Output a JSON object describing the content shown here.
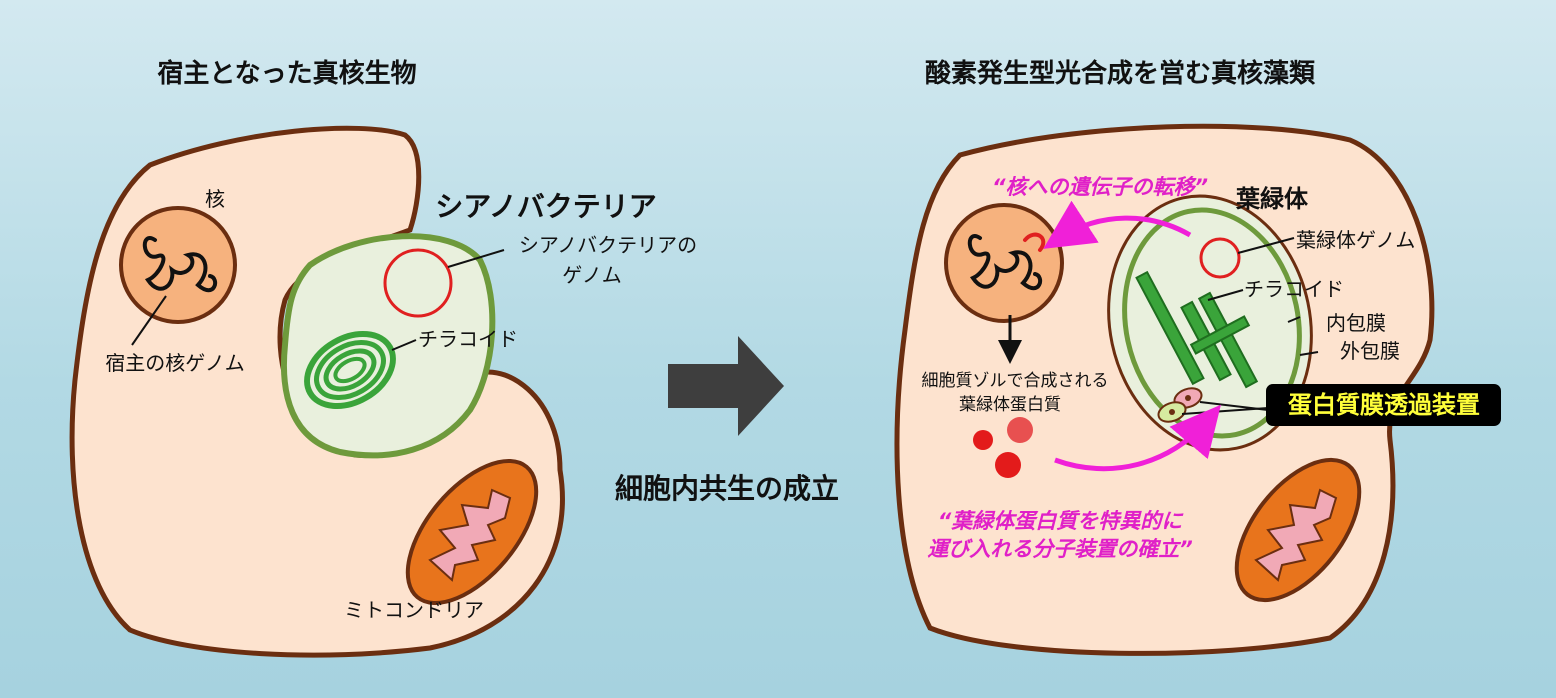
{
  "left_panel": {
    "title": "宿主となった真核生物",
    "nucleus_label": "核",
    "host_genome_label": "宿主の核ゲノム",
    "cyanobacteria_label": "シアノバクテリア",
    "cyano_genome_label_line1": "シアノバクテリアの",
    "cyano_genome_label_line2": "ゲノム",
    "thylakoid_label": "チラコイド",
    "mitochondria_label": "ミトコンドリア"
  },
  "center": {
    "arrow_icon": "right-arrow-icon",
    "caption": "細胞内共生の成立"
  },
  "right_panel": {
    "title": "酸素発生型光合成を営む真核藻類",
    "gene_transfer_label": "“核への遺伝子の転移”",
    "chloroplast_label": "葉緑体",
    "chloroplast_genome_label": "葉緑体ゲノム",
    "thylakoid_label": "チラコイド",
    "inner_envelope_label": "内包膜",
    "outer_envelope_label": "外包膜",
    "cytosol_synthesis_line1": "細胞質ゾルで合成される",
    "cytosol_synthesis_line2": "葉緑体蛋白質",
    "translocon_label": "蛋白質膜透過装置",
    "establishment_line1": "“葉緑体蛋白質を特異的に",
    "establishment_line2": "運び入れる分子装置の確立”"
  },
  "colors": {
    "cell_fill": "#fde3cf",
    "cell_stroke": "#6b2e10",
    "nucleus_fill": "#f6b27e",
    "plastid_fill": "#e9f0dd",
    "plastid_stroke": "#6e9a3c",
    "thylakoid": "#3aa43a",
    "genome_red": "#e02020",
    "mito_fill": "#e8741c",
    "mito_inner": "#f1a9b6",
    "magenta": "#f020d8",
    "protein_red": "#e31b1b",
    "translocon_bg": "#000000",
    "translocon_text": "#ffff3a"
  }
}
